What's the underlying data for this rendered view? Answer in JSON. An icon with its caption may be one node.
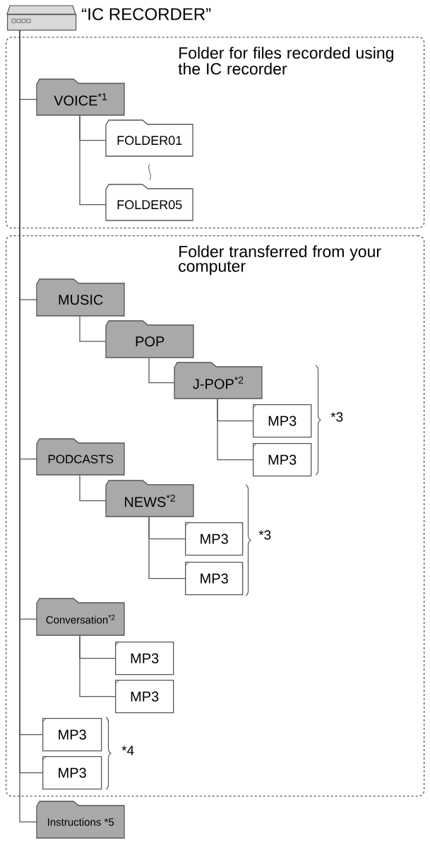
{
  "diagram": {
    "nodes": [
      {
        "text": [
          "“IC RECORDER”"
        ]
      },
      {
        "text": [
          "Folder for files recorded using the IC recorder"
        ]
      },
      {
        "text": [
          "VOICE$^{*1}$"
        ],
        "in": 1
      },
      {
        "text": [
          "FOLDER01"
        ],
        "in": 1
      },
      {
        "text": [
          "FOLDER05"
        ],
        "in": 1
      },
      {
        "text": [
          "Folder transferred from your computer"
        ]
      },
      {
        "text": [
          "MUSIC"
        ],
        "in": 5
      },
      {
        "text": [
          "POP"
        ],
        "in": 5
      },
      {
        "text": [
          "J-POP$^{*2}$"
        ],
        "in": 5
      },
      {
        "text": [
          "MP3"
        ],
        "in": 5
      },
      {
        "text": [
          "MP3"
        ],
        "in": 5
      },
      {
        "text": [
          "PODCASTS"
        ],
        "in": 5
      },
      {
        "text": [
          "NEWS$^{*2}$"
        ],
        "in": 5
      },
      {
        "text": [
          "MP3"
        ],
        "in": 5
      },
      {
        "text": [
          "MP3"
        ],
        "in": 5
      },
      {
        "text": [
          "Conversation$^{*2}$"
        ],
        "in": 5
      },
      {
        "text": [
          "MP3"
        ],
        "in": 5
      },
      {
        "text": [
          "MP3"
        ],
        "in": 5
      },
      {
        "text": [
          "MP3"
        ],
        "in": 5
      },
      {
        "text": [
          "MP3"
        ],
        "in": 5
      },
      {
        "text": [
          "Instructions *5"
        ]
      }
    ],
    "edges": [
      {
        "from": 0,
        "to": 2,
        "arrow": "none"
      },
      {
        "from": 2,
        "to": 3,
        "arrow": "none"
      },
      {
        "from": 2,
        "to": 4,
        "arrow": "none"
      },
      {
        "from": 0,
        "to": 6,
        "arrow": "none"
      },
      {
        "from": 6,
        "to": 7,
        "arrow": "none"
      },
      {
        "from": 7,
        "to": 8,
        "arrow": "none"
      },
      {
        "from": 8,
        "to": 9,
        "arrow": "none"
      },
      {
        "from": 8,
        "to": 10,
        "arrow": "none"
      },
      {
        "from": 0,
        "to": 11,
        "arrow": "none"
      },
      {
        "from": 11,
        "to": 12,
        "arrow": "none"
      },
      {
        "from": 12,
        "to": 13,
        "arrow": "none"
      },
      {
        "from": 12,
        "to": 14,
        "arrow": "none"
      },
      {
        "from": 0,
        "to": 15,
        "arrow": "none"
      },
      {
        "from": 15,
        "to": 16,
        "arrow": "none"
      },
      {
        "from": 15,
        "to": 17,
        "arrow": "none"
      },
      {
        "from": 0,
        "to": 18,
        "arrow": "none"
      },
      {
        "from": 0,
        "to": 19,
        "arrow": "none"
      },
      {
        "from": 0,
        "to": 20,
        "arrow": "none"
      }
    ],
    "labels": [
      "*3",
      "*3",
      "*4"
    ]
  }
}
